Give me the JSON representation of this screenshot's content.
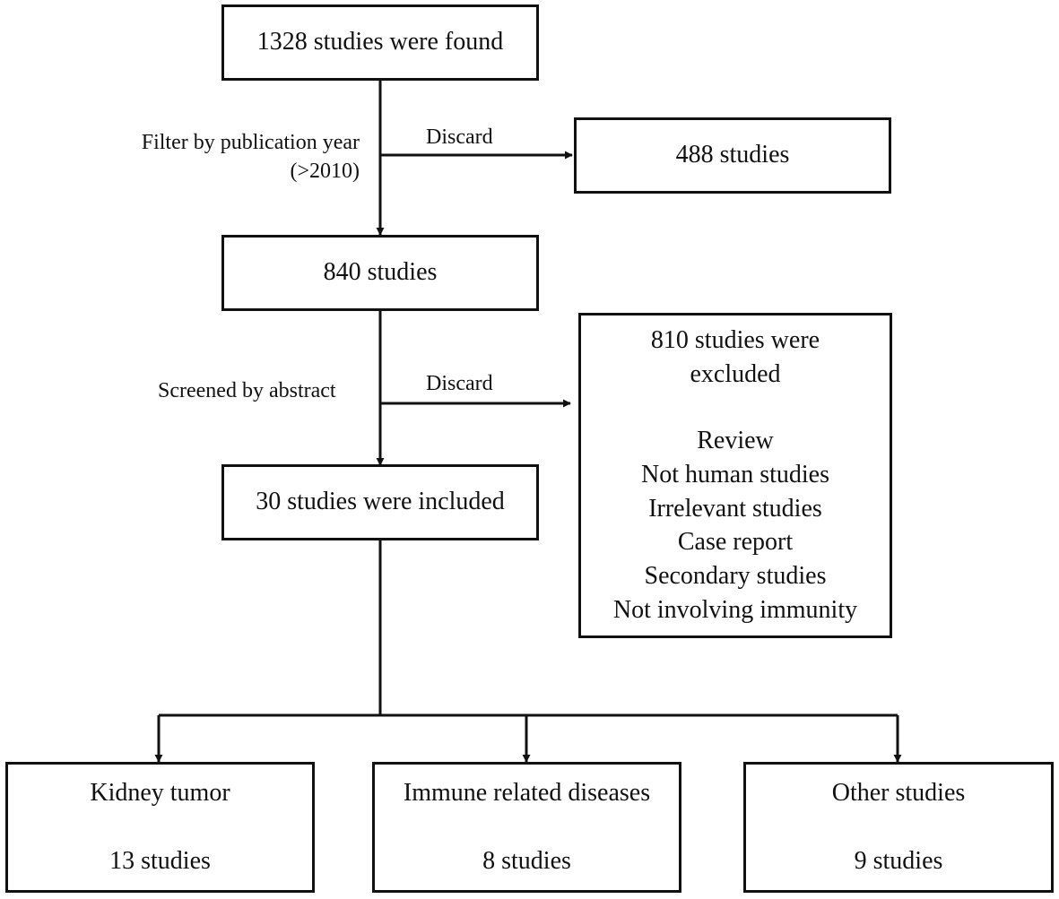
{
  "boxes": {
    "found": "1328 studies were found",
    "discard_year": "488 studies",
    "after_year": "840 studies",
    "included": "30 studies were included",
    "excluded": {
      "title_line1": "810 studies were",
      "title_line2": "excluded",
      "reasons": [
        "Review",
        "Not human studies",
        "Irrelevant studies",
        "Case report",
        "Secondary studies",
        "Not involving immunity"
      ]
    }
  },
  "labels": {
    "filter_line1": "Filter by publication year",
    "filter_line2": "(>2010)",
    "discard_1": "Discard",
    "screened": "Screened by abstract",
    "discard_2": "Discard"
  },
  "categories": [
    {
      "name": "Kidney tumor",
      "count": "13 studies"
    },
    {
      "name": "Immune related diseases",
      "count": "8 studies"
    },
    {
      "name": "Other studies",
      "count": "9 studies"
    }
  ],
  "colors": {
    "line": "#111111",
    "background": "#ffffff"
  }
}
